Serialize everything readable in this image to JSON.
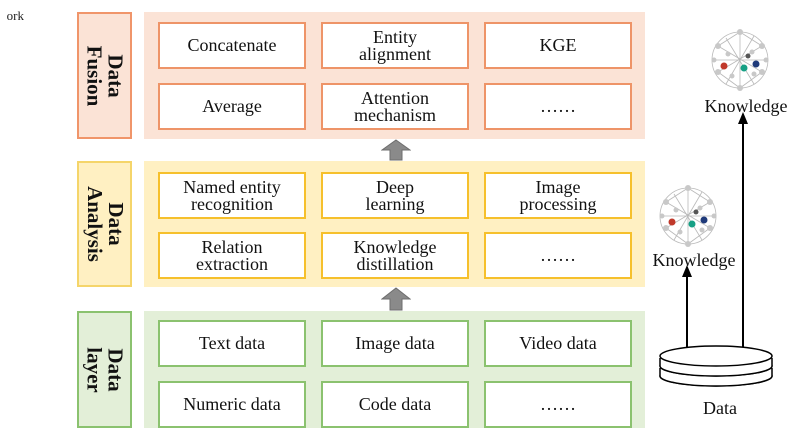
{
  "corner_text": "ork",
  "layers": {
    "fusion": {
      "label": [
        "Data",
        "Fusion"
      ],
      "cells": [
        "Concatenate",
        "Entity alignment",
        "KGE",
        "Average",
        "Attention mechanism",
        "……"
      ]
    },
    "analysis": {
      "label": [
        "Data",
        "Analysis"
      ],
      "cells": [
        "Named entity recognition",
        "Deep learning",
        "Image processing",
        "Relation extraction",
        "Knowledge distillation",
        "……"
      ]
    },
    "data": {
      "label": [
        "Data",
        "layer"
      ],
      "cells": [
        "Text data",
        "Image data",
        "Video data",
        "Numeric data",
        "Code data",
        "……"
      ]
    }
  },
  "right": {
    "knowledge_top": "Knowledge",
    "knowledge_mid": "Knowledge",
    "data_label": "Data"
  },
  "colors": {
    "fusion_border": "#f0956a",
    "fusion_bg": "#fbe3d6",
    "fusion_cell_border": "#ee9468",
    "analysis_border": "#f5d56a",
    "analysis_bg": "#fff0c2",
    "analysis_cell_border": "#f6c02c",
    "data_border": "#8bc26f",
    "data_bg": "#e3efd8",
    "data_cell_border": "#8bc26f",
    "arrow_fill": "#8a8a8a"
  }
}
